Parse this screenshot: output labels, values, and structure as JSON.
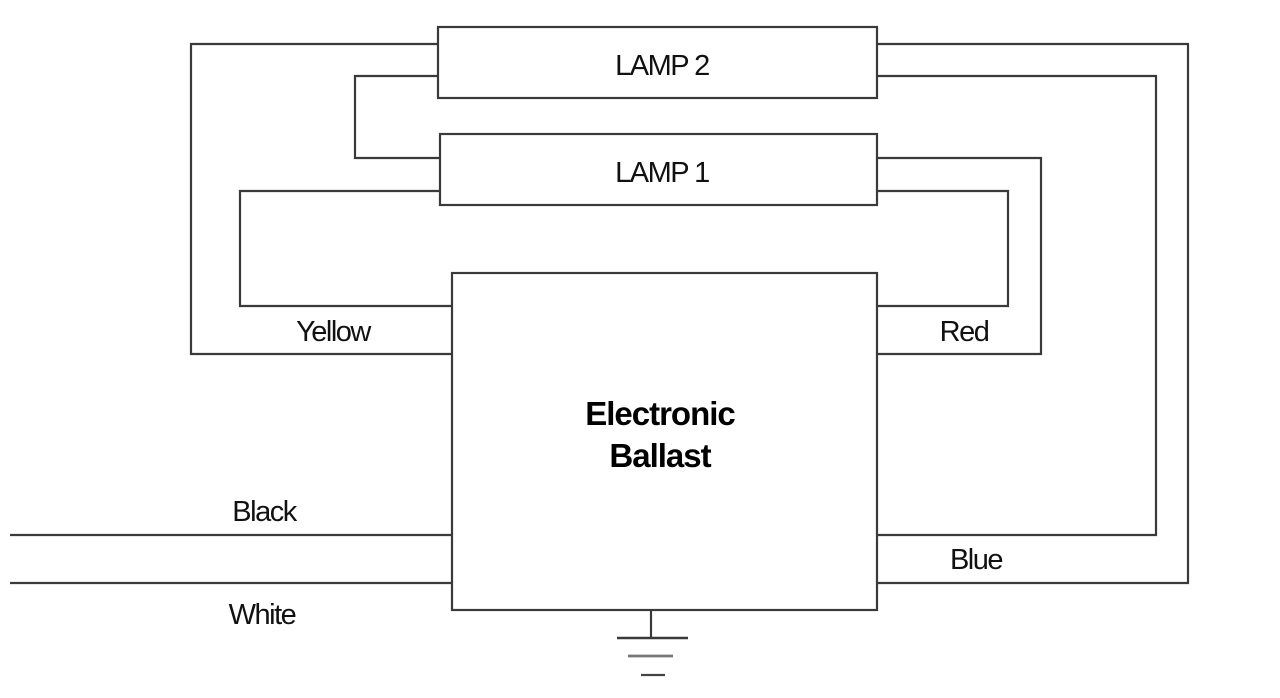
{
  "diagram": {
    "title": "Electronic Ballast wiring diagram",
    "lamps": [
      {
        "id": "lamp2",
        "label": "LAMP 2"
      },
      {
        "id": "lamp1",
        "label": "LAMP 1"
      }
    ],
    "ballast": {
      "label_line1": "Electronic",
      "label_line2": "Ballast"
    },
    "wires": {
      "yellow": "Yellow",
      "red": "Red",
      "black": "Black",
      "white": "White",
      "blue": "Blue"
    },
    "ground_symbol": "ground-icon"
  }
}
